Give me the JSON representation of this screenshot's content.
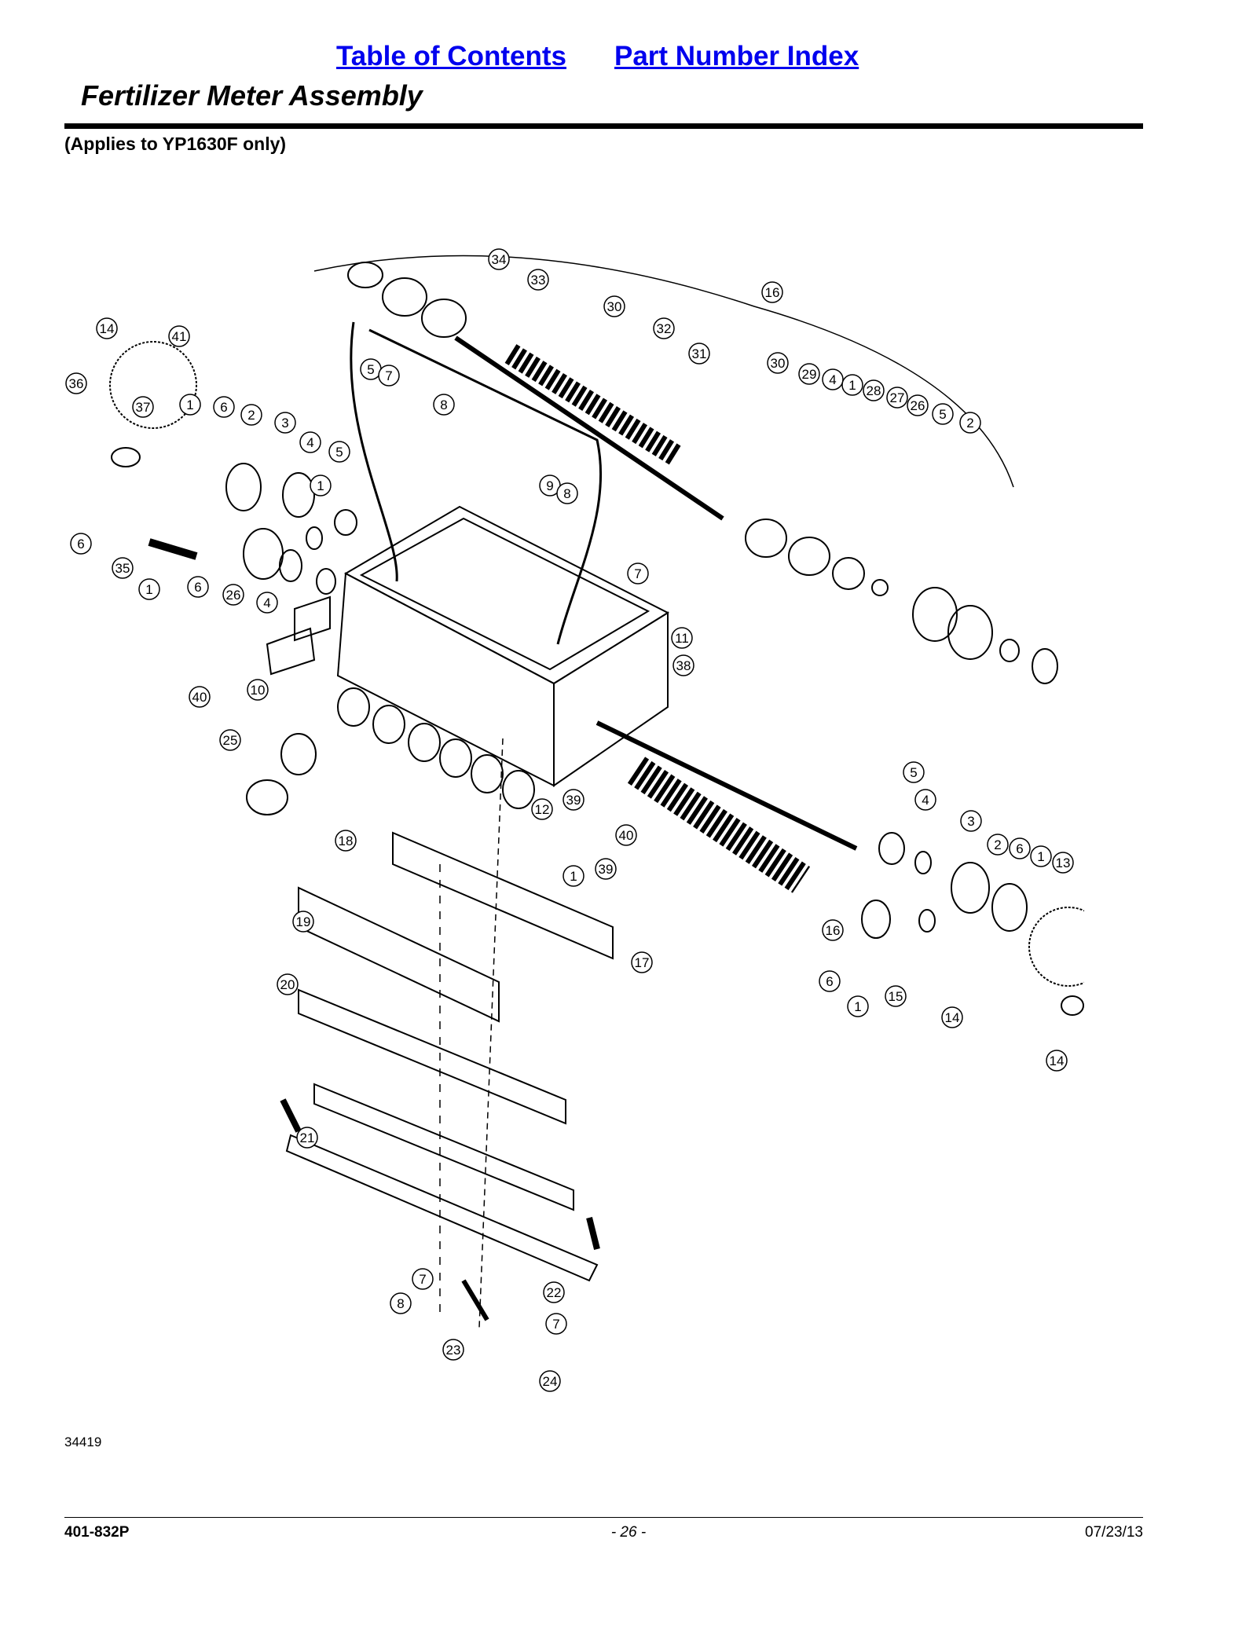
{
  "nav": {
    "table_of_contents": "Table of Contents",
    "part_number_index": "Part Number Index"
  },
  "page_title": "Fertilizer Meter Assembly",
  "applies_note": "(Applies to YP1630F only)",
  "figure_number": "34419",
  "footer": {
    "doc_number": "401-832P",
    "page": "- 26 -",
    "date": "07/23/13"
  },
  "callouts": [
    "34",
    "33",
    "30",
    "32",
    "16",
    "31",
    "30",
    "29",
    "4",
    "1",
    "28",
    "27",
    "26",
    "5",
    "2",
    "14",
    "41",
    "36",
    "37",
    "1",
    "6",
    "2",
    "3",
    "4",
    "5",
    "1",
    "6",
    "35",
    "1",
    "6",
    "26",
    "4",
    "5",
    "7",
    "8",
    "9",
    "8",
    "7",
    "11",
    "38",
    "12",
    "39",
    "40",
    "10",
    "25",
    "1",
    "39",
    "40",
    "18",
    "19",
    "17",
    "20",
    "21",
    "5",
    "4",
    "3",
    "2",
    "6",
    "1",
    "13",
    "16",
    "6",
    "1",
    "15",
    "14",
    "14",
    "7",
    "8",
    "22",
    "7",
    "23",
    "24"
  ],
  "colors": {
    "link": "#0000ee",
    "line": "#000000"
  }
}
